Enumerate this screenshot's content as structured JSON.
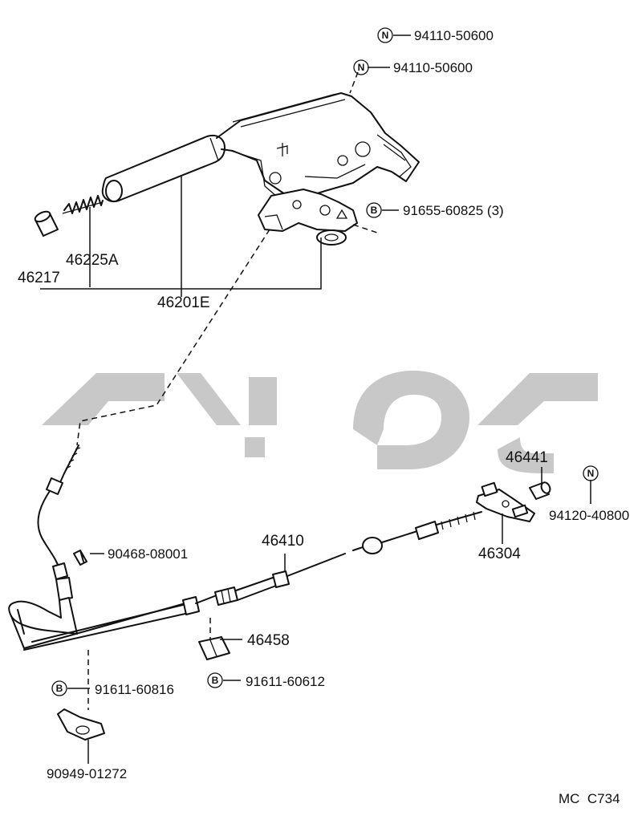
{
  "diagram": {
    "code": "MC  C734",
    "markers": {
      "n": "N",
      "b": "B"
    },
    "parts": {
      "bolt_top_1": "94110-50600",
      "bolt_top_2": "94110-50600",
      "bolt_lever": "91655-60825 (3)",
      "spring": "46225A",
      "knob": "46217",
      "lever_assy": "46201E",
      "equalizer_plug": "46441",
      "nut_right": "94120-40800",
      "equalizer": "46304",
      "cable": "46410",
      "clip_small": "90468-08001",
      "clamp_mid": "46458",
      "bolt_mid": "91611-60612",
      "bolt_left": "91611-60816",
      "clamp_left": "90949-01272"
    }
  }
}
